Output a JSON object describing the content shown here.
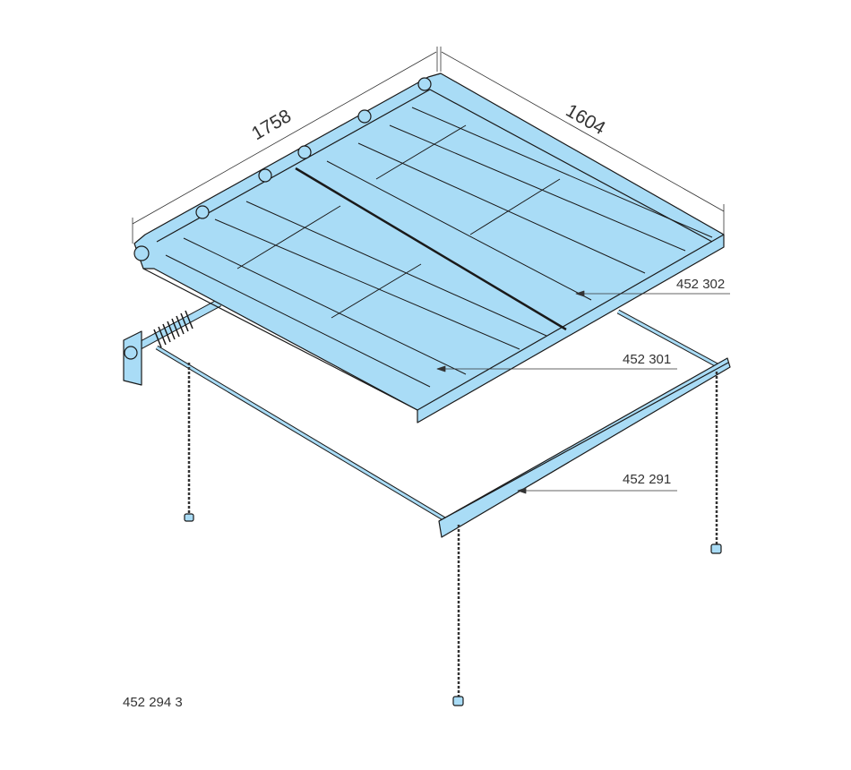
{
  "dimensions": {
    "width_label": "1758",
    "depth_label": "1604"
  },
  "parts": [
    {
      "label": "452 302"
    },
    {
      "label": "452 301"
    },
    {
      "label": "452 291"
    }
  ],
  "drawing_number": "452 294 3",
  "colors": {
    "fill": "#a9dcf6",
    "line": "#1a1a1a"
  }
}
